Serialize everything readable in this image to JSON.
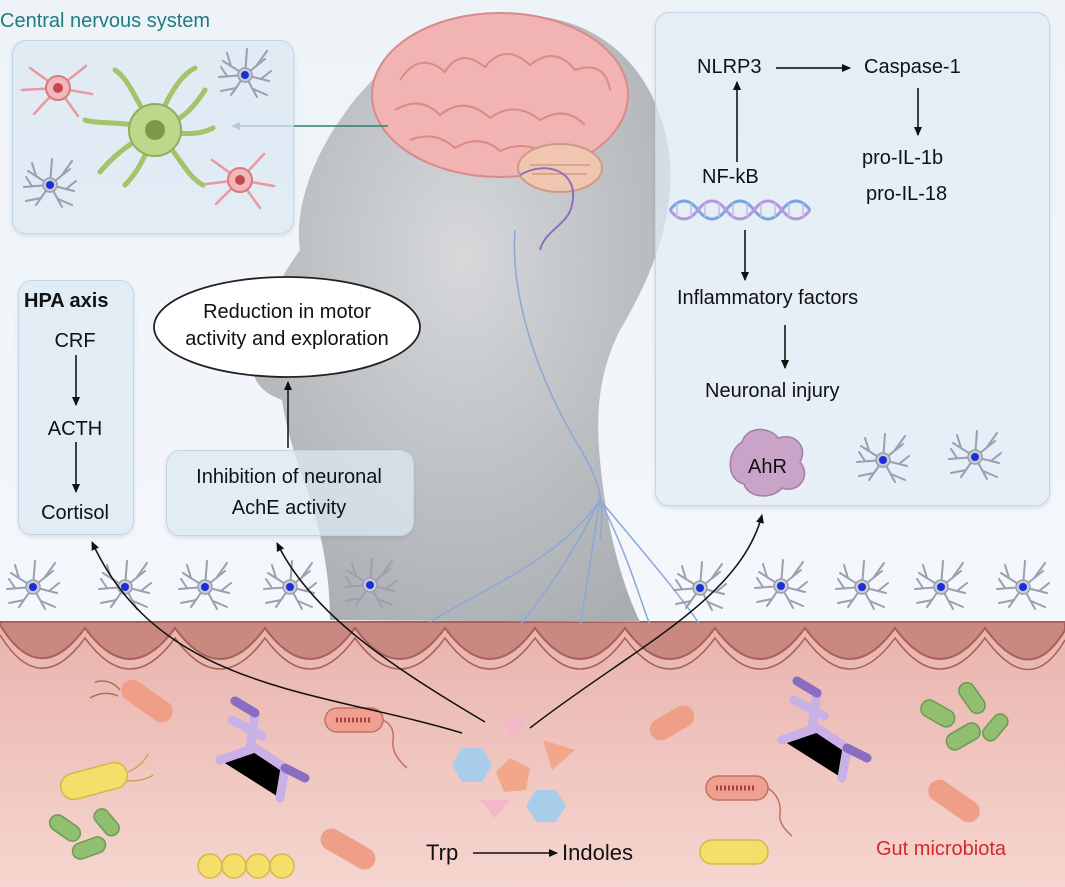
{
  "cns": {
    "title": "Central nervous system",
    "title_color": "#1e7b80"
  },
  "hpa": {
    "title": "HPA axis",
    "steps": [
      "CRF",
      "ACTH",
      "Cortisol"
    ]
  },
  "motor": {
    "line1": "Reduction in motor",
    "line2": "activity and exploration"
  },
  "ache": {
    "line1": "Inhibition of neuronal",
    "line2": "AchE activity"
  },
  "inflammation": {
    "nlrp3": "NLRP3",
    "caspase": "Caspase-1",
    "il1b": "pro-IL-1b",
    "il18": "pro-IL-18",
    "nfkb": "NF-kB",
    "factors": "Inflammatory factors",
    "injury": "Neuronal injury",
    "ahr": "AhR"
  },
  "gut": {
    "trp": "Trp",
    "indoles": "Indoles",
    "microbiota": "Gut microbiota",
    "microbiota_color": "#d42a2a"
  },
  "icons": [
    "brain-icon",
    "head-silhouette-icon",
    "astrocyte-icon",
    "microglia-icon",
    "neuron-icon",
    "dna-icon",
    "ahr-receptor-icon",
    "bacteria-icon",
    "indole-molecule-icon"
  ]
}
